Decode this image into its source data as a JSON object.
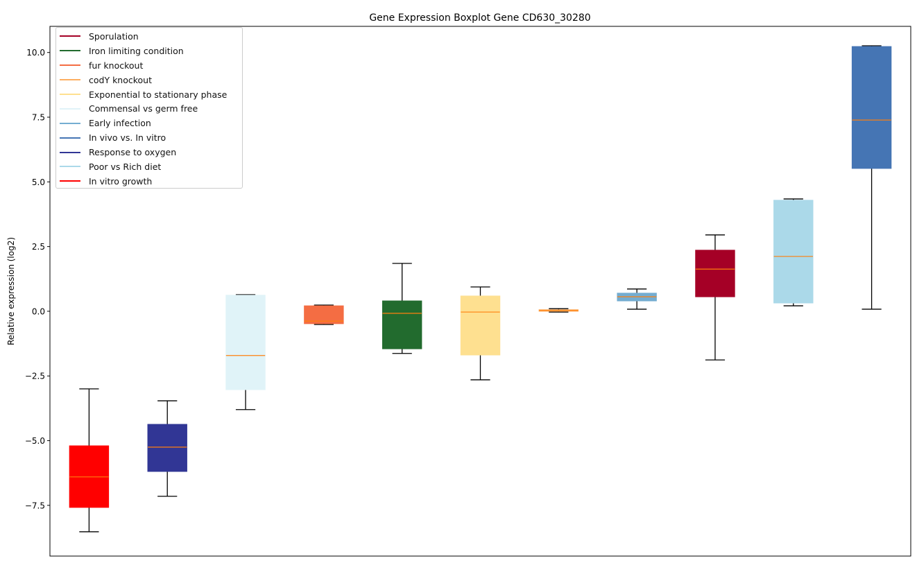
{
  "chart_data": {
    "type": "boxplot",
    "title": "Gene Expression Boxplot Gene CD630_30280",
    "xlabel": "",
    "ylabel": "Relative expression (log2)",
    "ylim": [
      -9.46,
      11.01
    ],
    "yticks": [
      -7.5,
      -5.0,
      -2.5,
      0.0,
      2.5,
      5.0,
      7.5,
      10.0
    ],
    "ytick_labels": [
      "−7.5",
      "−5.0",
      "−2.5",
      "0.0",
      "2.5",
      "5.0",
      "7.5",
      "10.0"
    ],
    "grid": false,
    "legend_position": "top-left",
    "median_color": "#ff7f0e",
    "whisker_color": "#000000",
    "boxes": [
      {
        "name": "In vitro growth",
        "color": "#ff0000",
        "whisker_low": -8.52,
        "q1": -7.58,
        "median": -6.4,
        "q3": -5.2,
        "whisker_high": -3.0
      },
      {
        "name": "Response to oxygen",
        "color": "#313695",
        "whisker_low": -7.15,
        "q1": -6.19,
        "median": -5.25,
        "q3": -4.37,
        "whisker_high": -3.46
      },
      {
        "name": "Commensal vs germ free",
        "color": "#e0f3f8",
        "whisker_low": -3.8,
        "q1": -3.03,
        "median": -1.71,
        "q3": 0.62,
        "whisker_high": 0.64
      },
      {
        "name": "fur knockout",
        "color": "#f46d43",
        "whisker_low": -0.51,
        "q1": -0.48,
        "median": -0.38,
        "q3": 0.21,
        "whisker_high": 0.24
      },
      {
        "name": "Iron limiting condition",
        "color": "#226b2e",
        "whisker_low": -1.63,
        "q1": -1.45,
        "median": -0.08,
        "q3": 0.4,
        "whisker_high": 1.85
      },
      {
        "name": "Exponential to stationary phase",
        "color": "#fee090",
        "whisker_low": -2.65,
        "q1": -1.69,
        "median": -0.03,
        "q3": 0.59,
        "whisker_high": 0.94
      },
      {
        "name": "codY knockout",
        "color": "#fdae61",
        "whisker_low": -0.03,
        "q1": 0.0,
        "median": 0.03,
        "q3": 0.06,
        "whisker_high": 0.1
      },
      {
        "name": "Early infection",
        "color": "#74add1",
        "whisker_low": 0.08,
        "q1": 0.4,
        "median": 0.56,
        "q3": 0.7,
        "whisker_high": 0.86
      },
      {
        "name": "Sporulation",
        "color": "#a50026",
        "whisker_low": -1.88,
        "q1": 0.56,
        "median": 1.63,
        "q3": 2.36,
        "whisker_high": 2.95
      },
      {
        "name": "Poor vs Rich diet",
        "color": "#abd9e9",
        "whisker_low": 0.21,
        "q1": 0.32,
        "median": 2.12,
        "q3": 4.29,
        "whisker_high": 4.34
      },
      {
        "name": "In vivo vs. In vitro",
        "color": "#4575b4",
        "whisker_low": 0.08,
        "q1": 5.52,
        "median": 7.39,
        "q3": 10.23,
        "whisker_high": 10.26
      }
    ],
    "legend": [
      {
        "label": "Sporulation",
        "color": "#a50026"
      },
      {
        "label": "Iron limiting condition",
        "color": "#226b2e"
      },
      {
        "label": "fur knockout",
        "color": "#f46d43"
      },
      {
        "label": "codY knockout",
        "color": "#fdae61"
      },
      {
        "label": "Exponential to stationary phase",
        "color": "#fee090"
      },
      {
        "label": "Commensal vs germ free",
        "color": "#e0f3f8"
      },
      {
        "label": "Early infection",
        "color": "#74add1"
      },
      {
        "label": "In vivo vs. In vitro",
        "color": "#4575b4"
      },
      {
        "label": "Response to oxygen",
        "color": "#313695"
      },
      {
        "label": "Poor vs Rich diet",
        "color": "#abd9e9"
      },
      {
        "label": "In vitro growth",
        "color": "#ff0000"
      }
    ]
  }
}
